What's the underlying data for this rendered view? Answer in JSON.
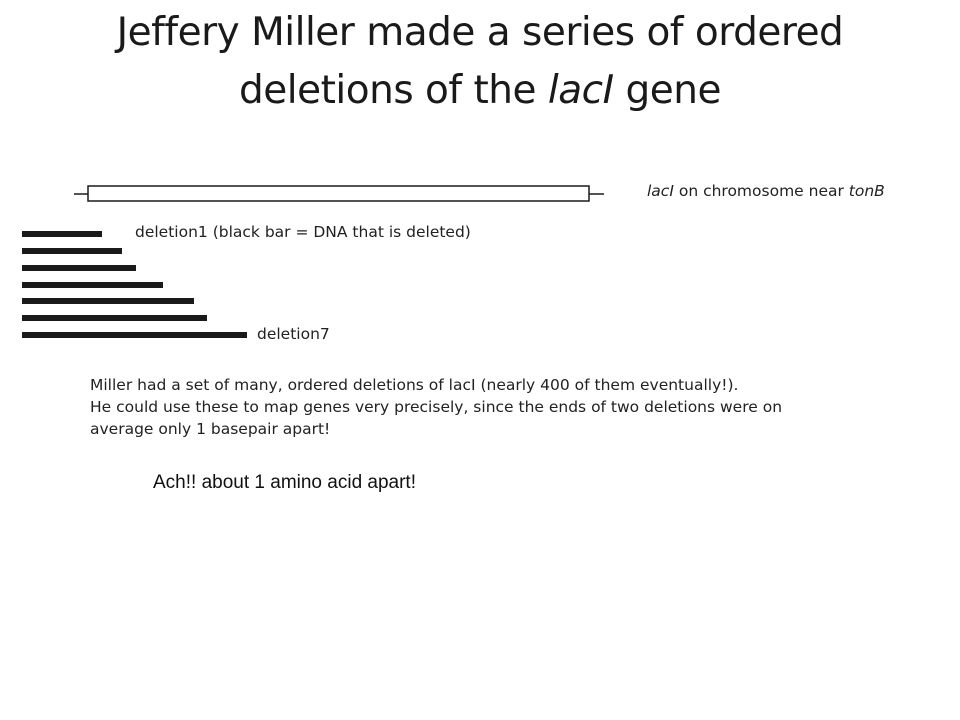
{
  "title": {
    "part1": "Jeffery Miller made a series of ordered",
    "part2": "deletions of the ",
    "gene": "lacI",
    "part3": " gene"
  },
  "diagram": {
    "gene_label_gene": "lacI",
    "gene_label_mid": " on chromosome near ",
    "gene_label_locus": "tonB",
    "deletion1_label": "deletion1 (black bar = DNA that is deleted)",
    "deletion7_label": "deletion7",
    "deletion_count": 7,
    "bar_color": "#1a1a1a"
  },
  "body": {
    "line1": "Miller had a set of many, ordered deletions of lacI (nearly 400 of them eventually!).",
    "line2": "He could use these to map genes very precisely, since the ends of two deletions were on",
    "line3": "average only 1 basepair apart!"
  },
  "callout": "Ach!! about 1 amino acid apart!"
}
